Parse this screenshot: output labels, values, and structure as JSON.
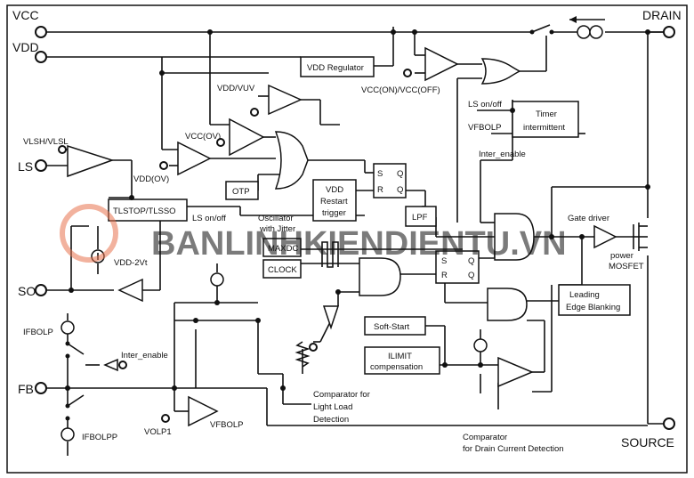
{
  "pins": {
    "vcc": "VCC",
    "vdd": "VDD",
    "ls": "LS",
    "so": "SO",
    "fb": "FB",
    "drain": "DRAIN",
    "source": "SOURCE"
  },
  "blocks": {
    "vdd_regulator": "VDD Regulator",
    "timer_line1": "Timer",
    "timer_line2": "intermittent",
    "otp": "OTP",
    "vdd_restart_line1": "VDD",
    "vdd_restart_line2": "Restart",
    "vdd_restart_line3": "trigger",
    "lpf": "LPF",
    "tlstop": "TLSTOP/TLSSO",
    "maxdc": "MAXDC",
    "clock": "CLOCK",
    "leb_line1": "Leading",
    "leb_line2": "Edge Blanking",
    "soft_start": "Soft-Start",
    "ilimit_line1": "ILIMIT",
    "ilimit_line2": "compensation",
    "ff_s": "S",
    "ff_r": "R",
    "ff_q": "Q",
    "ff_qbar": "Q"
  },
  "labels": {
    "vdd_vuv": "VDD/VUV",
    "vcc_on_off": "VCC(ON)/VCC(OFF)",
    "ls_on_off_top": "LS on/off",
    "vfbolp_top": "VFBOLP",
    "inter_enable_top": "Inter_enable",
    "vcc_ov": "VCC(OV)",
    "vdd_ov": "VDD(OV)",
    "vlsh_vlsl": "VLSH/VLSL",
    "ls_on_off": "LS on/off",
    "oscillator_line1": "Oscillator",
    "oscillator_line2": "with Jitter",
    "gate_driver": "Gate driver",
    "power_line1": "power",
    "power_line2": "MOSFET",
    "vdd_2vt": "VDD-2Vt",
    "ifbolp": "IFBOLP",
    "inter_enable": "Inter_enable",
    "ifbolpp": "IFBOLPP",
    "volp1": "VOLP1",
    "vfbolp": "VFBOLP",
    "comp_light_line1": "Comparator for",
    "comp_light_line2": "Light Load",
    "comp_light_line3": "Detection",
    "comp_drain_line1": "Comparator",
    "comp_drain_line2": "for Drain Current Detection"
  },
  "watermark": {
    "text": "BANLINHKIENDIENTU.VN"
  },
  "colors": {
    "line": "#111111",
    "watermark": "#7fb6e0",
    "watermark_logo": "#e8734f"
  }
}
